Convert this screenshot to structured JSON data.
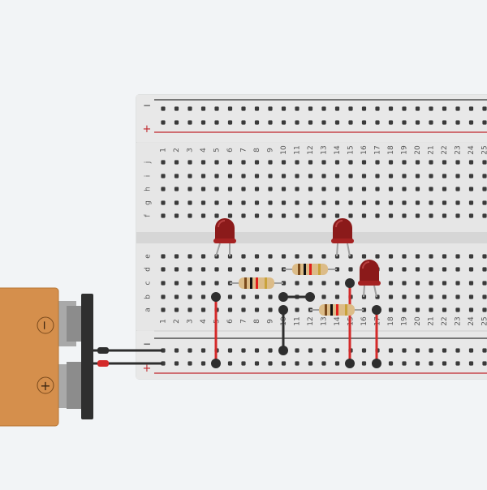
{
  "breadboard": {
    "rail_minus_label": "−",
    "rail_plus_label": "+",
    "column_numbers": [
      "1",
      "2",
      "3",
      "4",
      "5",
      "6",
      "7",
      "8",
      "9",
      "10",
      "11",
      "12",
      "13",
      "14",
      "15",
      "16",
      "17",
      "18",
      "19",
      "20",
      "21",
      "22",
      "23",
      "24",
      "25"
    ],
    "top_row_letters": [
      "j",
      "i",
      "h",
      "g",
      "f"
    ],
    "bottom_row_letters": [
      "e",
      "d",
      "c",
      "b",
      "a"
    ]
  },
  "battery": {
    "minus_symbol": "−",
    "plus_symbol": "+"
  },
  "colors": {
    "background": "#f2f4f6",
    "board": "#e3e3e3",
    "rail_red": "#c0262b",
    "rail_black": "#333333",
    "wire_red": "#d42a2a",
    "wire_black": "#2e2e2e",
    "led": "#8b1a1a",
    "battery": "#d58f4c",
    "resistor_body": "#dcbc88"
  }
}
